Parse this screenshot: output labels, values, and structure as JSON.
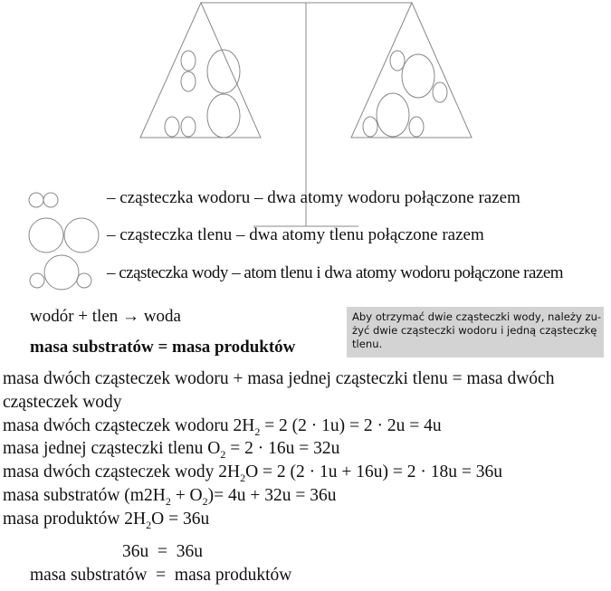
{
  "legend": [
    {
      "icon": "hydrogen-molecule-icon",
      "text": "– cząsteczka wodoru – dwa atomy wodoru połączone razem"
    },
    {
      "icon": "oxygen-molecule-icon",
      "text": "– cząsteczka tlenu – dwa atomy tlenu połączone razem"
    },
    {
      "icon": "water-molecule-icon",
      "text": "– cząsteczka wody – atom tlenu i dwa atomy wodoru połączone razem"
    }
  ],
  "reaction": "wodór + tlen → woda",
  "law": "masa substratów = masa produktów",
  "note": [
    "Aby otrzymać dwie cząsteczki wody, należy zu-",
    "żyć dwie cząsteczki wodoru i jedną cząsteczkę",
    "tlenu."
  ],
  "lines": {
    "l1": "masa dwóch cząsteczek wodoru + masa jednej cząsteczki tlenu = masa dwóch",
    "l2": "cząsteczek wody",
    "l3": {
      "a": "masa dwóch cząsteczek wodoru 2H",
      "s": "2",
      "b": " = 2 (2  · 1u) = 2  · 2u = 4u"
    },
    "l4": {
      "a": "masa jednej cząsteczki tlenu O",
      "s": "2",
      "b": " = 2  · 16u = 32u"
    },
    "l5": {
      "a": "masa dwóch cząsteczek wody 2H",
      "s": "2",
      "b": "O = 2 (2  · 1u + 16u) = 2  · 18u = 36u"
    },
    "l6": {
      "a": "masa substratów (m2H",
      "s1": "2",
      "b": " + O",
      "s2": "2",
      "c": ")= 4u + 32u = 36u"
    },
    "l7": {
      "a": "masa produktów 2H",
      "s": "2",
      "b": "O = 36u"
    }
  },
  "result": {
    "values": "36u  =  36u",
    "words": "masa substratów  =  masa produktów"
  }
}
